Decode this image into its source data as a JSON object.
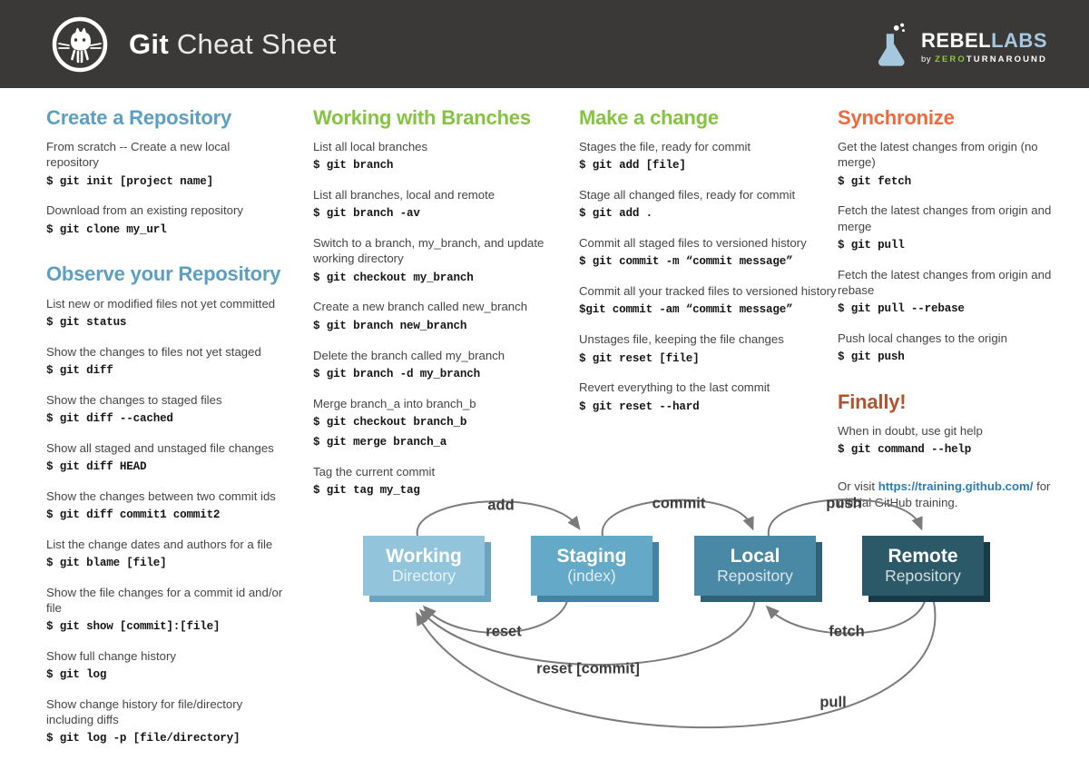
{
  "colors": {
    "header-bg": "#3b3838",
    "accent-blue": "#5b9fc5",
    "accent-green": "#85c441",
    "accent-orange": "#f1683c",
    "accent-brick": "#b4522e",
    "link-blue": "#2e7cb4",
    "text-body": "#454545",
    "text-cmd": "#161616",
    "arrow-gray": "#7b7b7b",
    "brand-lightblue": "#a5c8de",
    "brand-green": "#8dc63f",
    "box1-bg": "#92c5db",
    "box1-edge": "#6aa4bf",
    "box2-bg": "#64aac8",
    "box2-edge": "#4383a1",
    "box3-bg": "#4a89a5",
    "box3-edge": "#2f6076",
    "box4-bg": "#2b5968",
    "box4-edge": "#183a46"
  },
  "header": {
    "title_bold": "Git",
    "title_rest": "Cheat Sheet",
    "octocat_icon": "github-octocat-icon",
    "brand": {
      "flask_icon": "rebellabs-flask-icon",
      "rebel": "REBEL",
      "labs": "LABS",
      "by": "by",
      "zero": "ZERO",
      "turnaround": "TURNAROUND"
    }
  },
  "columns": [
    {
      "sections": [
        {
          "title": "Create a Repository",
          "items": [
            {
              "desc": "From scratch -- Create a new local repository",
              "cmd": "$ git init [project name]"
            },
            {
              "desc": "Download from an existing repository",
              "cmd": "$ git clone my_url"
            }
          ]
        },
        {
          "title": "Observe your Repository",
          "items": [
            {
              "desc": "List new or modified files not yet committed",
              "cmd": "$ git status"
            },
            {
              "desc": "Show the changes to files not yet staged",
              "cmd": "$ git diff"
            },
            {
              "desc": "Show the changes to staged files",
              "cmd": "$ git diff --cached"
            },
            {
              "desc": "Show all staged and unstaged file changes",
              "cmd": "$ git diff HEAD"
            },
            {
              "desc": "Show the changes between two commit ids",
              "cmd": "$ git diff commit1 commit2"
            },
            {
              "desc": "List the change dates and authors for a file",
              "cmd": "$ git blame [file]"
            },
            {
              "desc": "Show the file changes for a commit id and/or file",
              "cmd": "$ git show [commit]:[file]"
            },
            {
              "desc": "Show full change history",
              "cmd": "$ git log"
            },
            {
              "desc": "Show change history for file/directory including diffs",
              "cmd": "$ git log -p [file/directory]"
            }
          ]
        }
      ]
    },
    {
      "sections": [
        {
          "title": "Working with Branches",
          "items": [
            {
              "desc": "List all local branches",
              "cmd": "$ git branch"
            },
            {
              "desc": "List all branches, local and remote",
              "cmd": "$ git branch -av"
            },
            {
              "desc": "Switch to a branch, my_branch, and update working directory",
              "cmd": "$ git checkout my_branch"
            },
            {
              "desc": "Create a new branch called new_branch",
              "cmd": "$ git branch new_branch"
            },
            {
              "desc": "Delete the branch called my_branch",
              "cmd": "$ git branch -d my_branch"
            },
            {
              "desc": "Merge branch_a into branch_b",
              "cmd": "$ git checkout branch_b",
              "cmd2": "$ git merge branch_a"
            },
            {
              "desc": "Tag the current commit",
              "cmd": "$ git tag my_tag"
            }
          ]
        }
      ]
    },
    {
      "sections": [
        {
          "title": "Make a change",
          "items": [
            {
              "desc": "Stages the file, ready for commit",
              "cmd": "$ git add [file]"
            },
            {
              "desc": "Stage all changed files, ready for commit",
              "cmd": "$ git add ."
            },
            {
              "desc": "Commit all staged files to versioned history",
              "cmd": "$ git commit -m “commit message”"
            },
            {
              "desc": "Commit all your tracked files to versioned history",
              "cmd": "$git commit -am “commit message”"
            },
            {
              "desc": "Unstages file, keeping the file changes",
              "cmd": "$ git reset [file]"
            },
            {
              "desc": "Revert everything to the last commit",
              "cmd": "$ git reset --hard"
            }
          ]
        }
      ]
    },
    {
      "sections": [
        {
          "title": "Synchronize",
          "items": [
            {
              "desc": "Get the latest changes from origin (no merge)",
              "cmd": "$ git fetch"
            },
            {
              "desc": "Fetch the latest changes from origin and merge",
              "cmd": "$ git pull"
            },
            {
              "desc": "Fetch the latest changes from origin and rebase",
              "cmd": "$ git pull --rebase"
            },
            {
              "desc": "Push local changes to the origin",
              "cmd": "$ git push"
            }
          ]
        },
        {
          "title": "Finally!",
          "items": [
            {
              "desc": "When in doubt, use git help",
              "cmd": "$ git command --help"
            }
          ],
          "link_item": {
            "pre": "Or visit ",
            "link": "https://training.github.com/",
            "post": "for official GitHub training."
          }
        }
      ]
    }
  ],
  "diagram": {
    "boxes": [
      {
        "title": "Working",
        "subtitle": "Directory"
      },
      {
        "title": "Staging",
        "subtitle": "(index)"
      },
      {
        "title": "Local",
        "subtitle": "Repository"
      },
      {
        "title": "Remote",
        "subtitle": "Repository"
      }
    ],
    "arrows": [
      {
        "label": "add",
        "from": "working-directory",
        "to": "staging"
      },
      {
        "label": "commit",
        "from": "staging",
        "to": "local-repository"
      },
      {
        "label": "push",
        "from": "local-repository",
        "to": "remote-repository"
      },
      {
        "label": "reset",
        "from": "staging",
        "to": "working-directory"
      },
      {
        "label": "fetch",
        "from": "remote-repository",
        "to": "local-repository"
      },
      {
        "label": "reset [commit]",
        "from": "local-repository",
        "to": "working-directory"
      },
      {
        "label": "pull",
        "from": "remote-repository",
        "to": "working-directory"
      }
    ]
  }
}
